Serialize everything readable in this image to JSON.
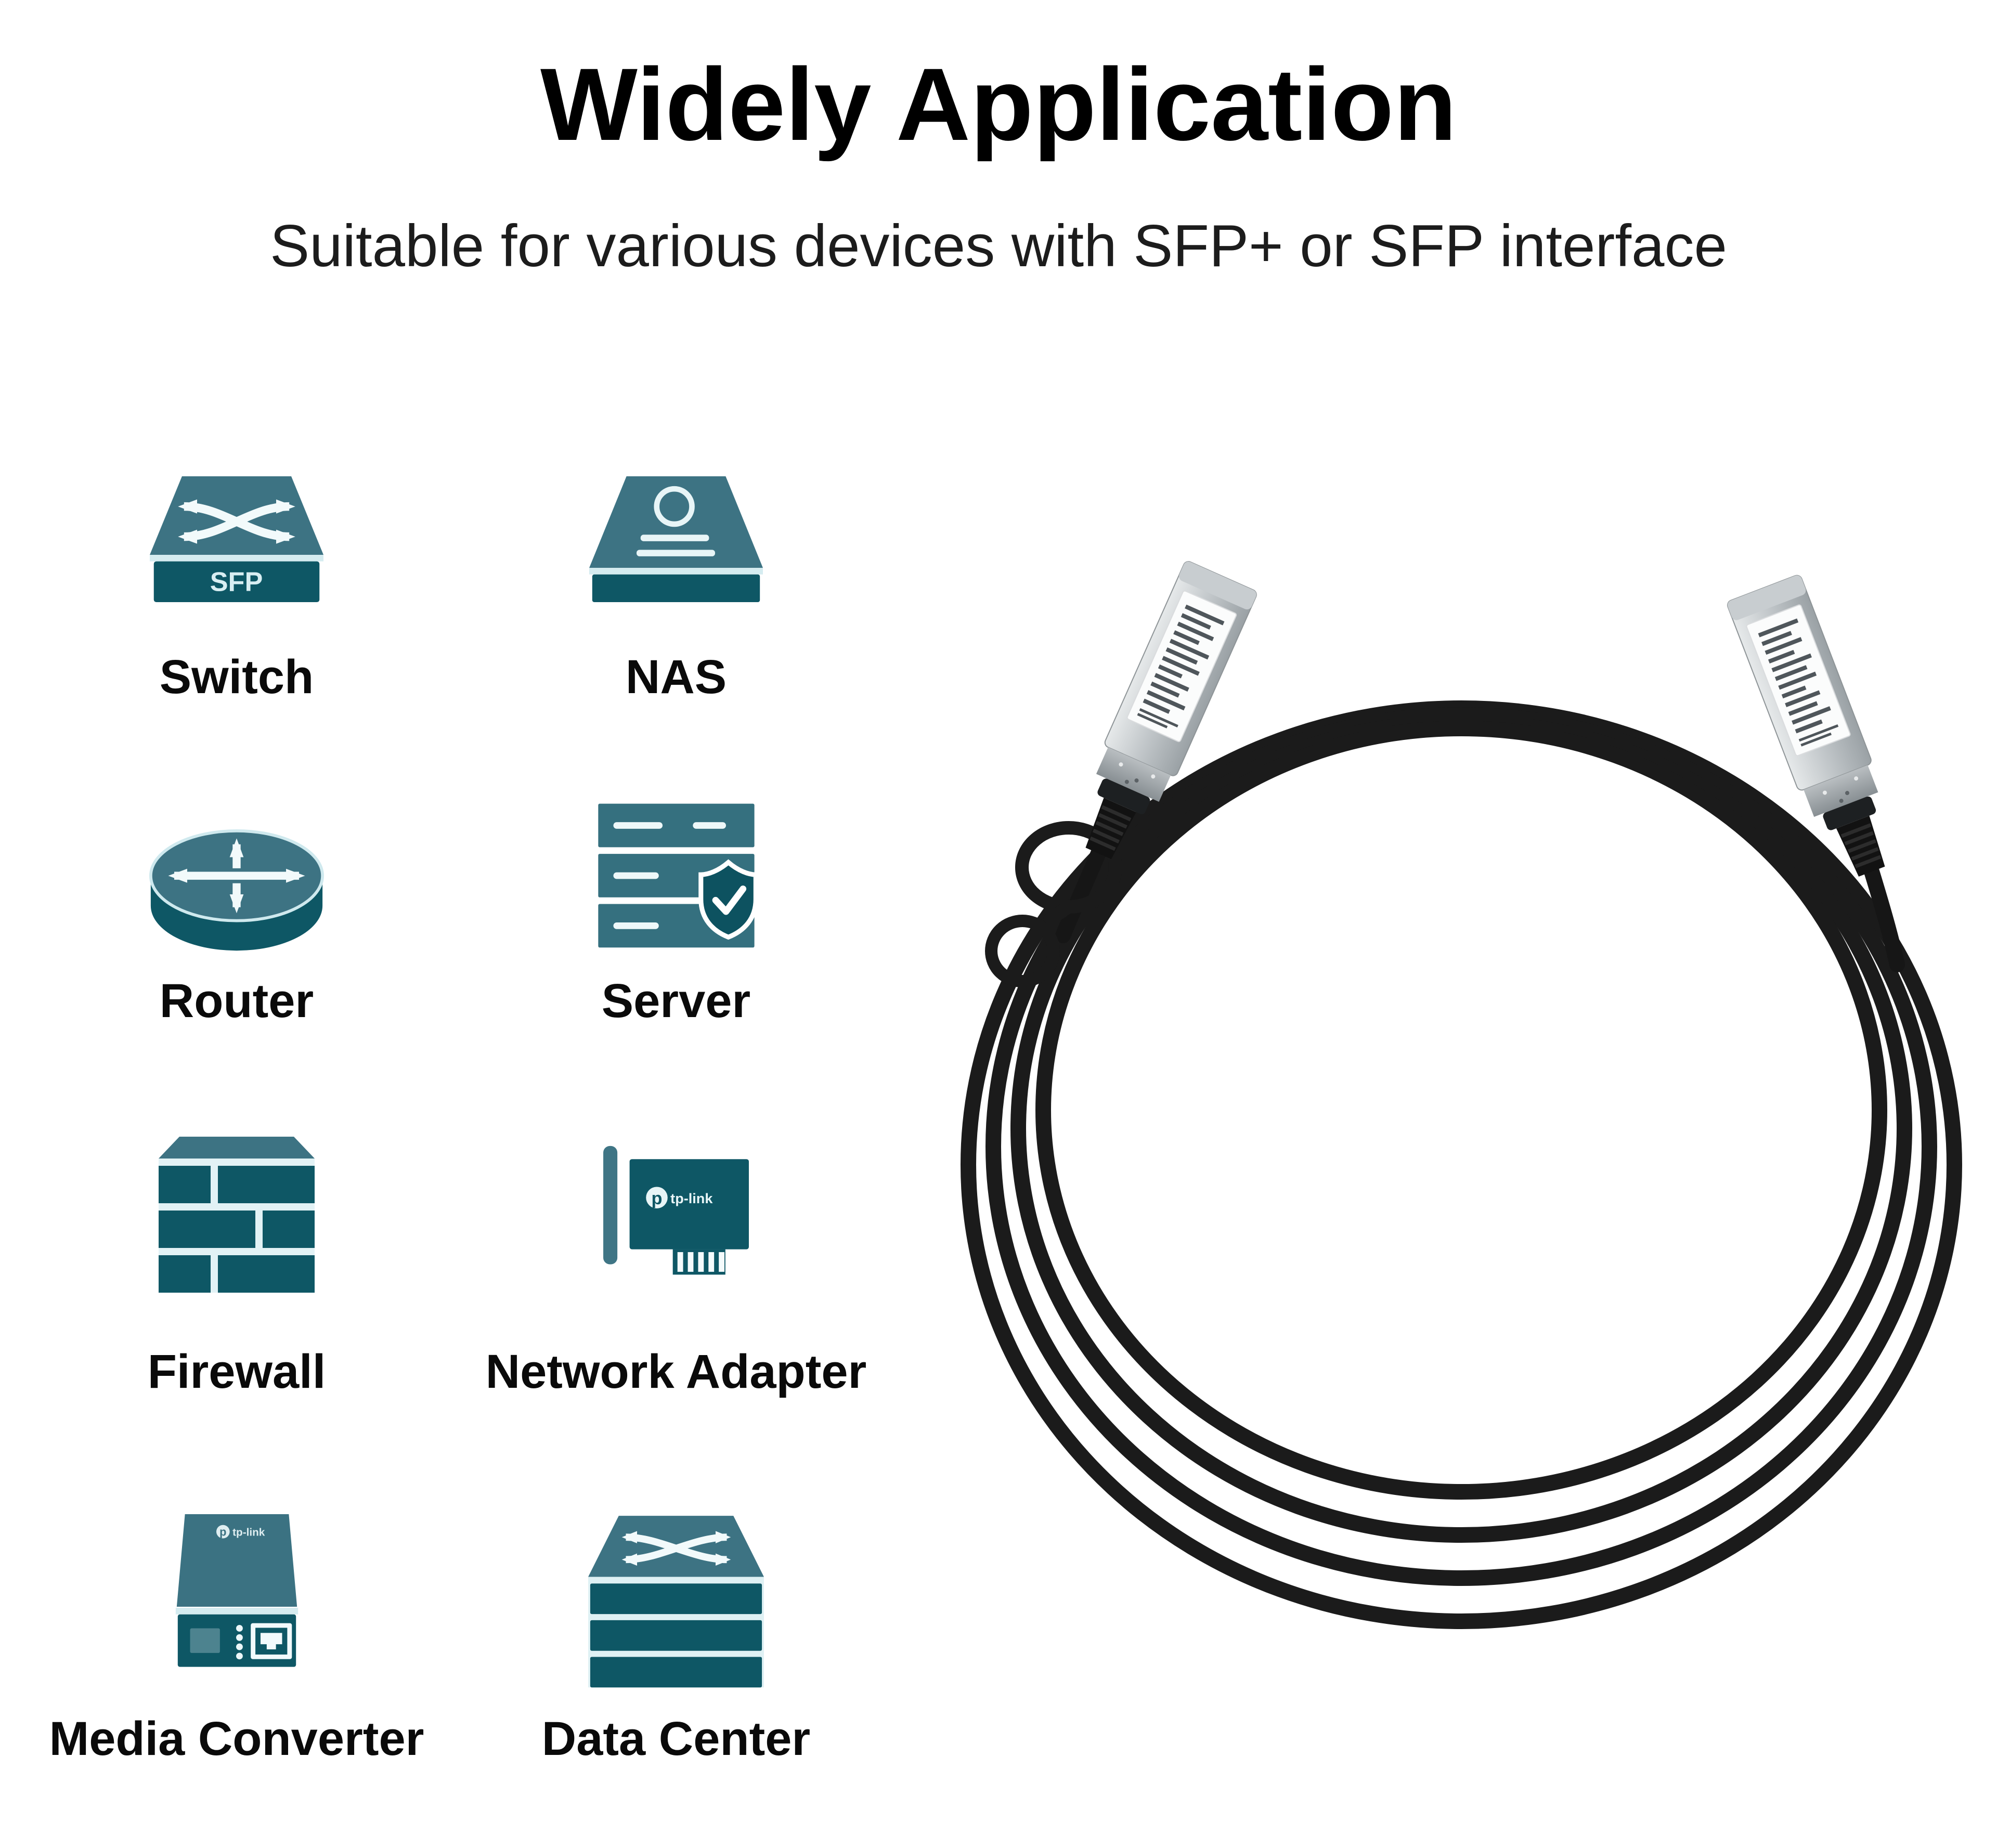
{
  "title": "Widely Application",
  "subtitle": "Suitable for various devices with SFP+ or SFP interface",
  "devices": [
    {
      "id": "switch",
      "label": "Switch",
      "badge": "SFP"
    },
    {
      "id": "nas",
      "label": "NAS"
    },
    {
      "id": "router",
      "label": "Router"
    },
    {
      "id": "server",
      "label": "Server"
    },
    {
      "id": "firewall",
      "label": "Firewall"
    },
    {
      "id": "network-adapter",
      "label": "Network Adapter",
      "brand": "tp-link"
    },
    {
      "id": "media-converter",
      "label": "Media Converter",
      "brand": "tp-link"
    },
    {
      "id": "data-center",
      "label": "Data Center"
    }
  ],
  "colors": {
    "icon_top_teal": "#3d7383",
    "icon_front_teal": "#0e5765",
    "icon_mid_teal": "#35707f",
    "icon_light": "#d5ecf0",
    "label_text": "#0a0a0a",
    "cable_black": "#1b1b1b",
    "connector_silver": "#c3c8cb"
  }
}
